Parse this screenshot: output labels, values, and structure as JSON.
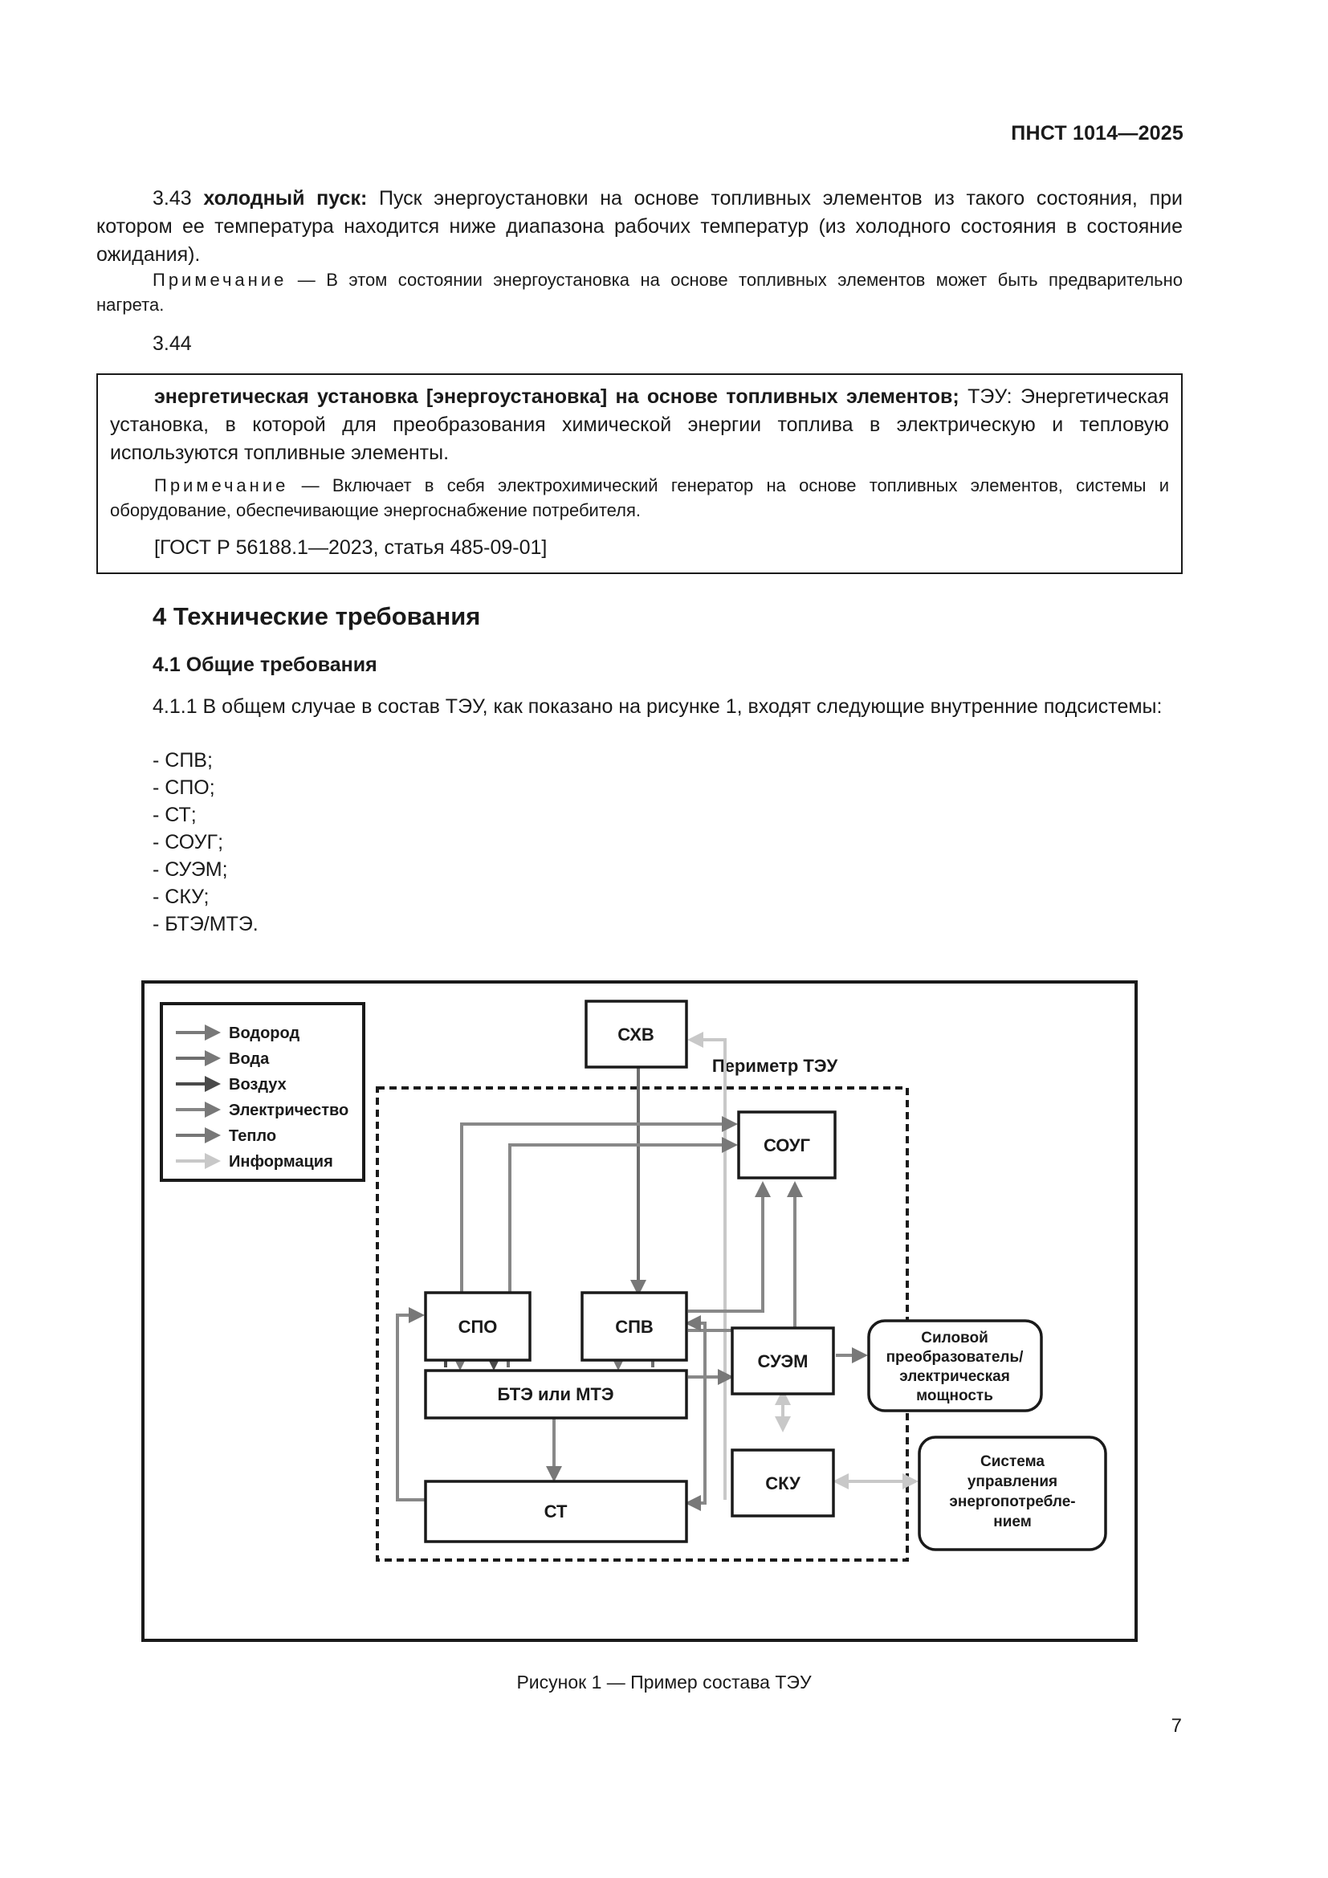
{
  "header": {
    "standard": "ПНСТ 1014—2025"
  },
  "p343": {
    "num": "3.43",
    "term": "холодный пуск:",
    "text": "Пуск энергоустановки на основе топливных элементов из такого состояния, при котором ее температура находится ниже диапазона рабочих температур (из холодного состояния в состояние ожидания).",
    "note_label": "Примечание",
    "note_text": " — В этом состоянии энергоустановка на основе топливных элементов может быть предварительно нагрета."
  },
  "p344": {
    "num": "3.44",
    "term": "энергетическая установка [энергоустановка] на основе топливных элементов;",
    "text": " ТЭУ: Энергетическая установка, в которой для преобразования химической энергии топлива в электрическую и тепловую используются топливные элементы.",
    "note_label": "Примечание",
    "note_text": " — Включает в себя электрохимический генератор на основе топливных элементов, системы и оборудование, обеспечивающие энергоснабжение потребителя.",
    "source": "[ГОСТ Р 56188.1—2023, статья 485-09-01]"
  },
  "section4": {
    "title": "4 Технические требования",
    "sub": "4.1 Общие требования"
  },
  "p411": {
    "text": "4.1.1 В общем случае в состав ТЭУ, как показано на рисунке 1, входят следующие внутренние подсистемы:",
    "items": [
      "- СПВ;",
      "- СПО;",
      "- СТ;",
      "- СОУГ;",
      "- СУЭМ;",
      "- СКУ;",
      "- БТЭ/МТЭ."
    ]
  },
  "figure": {
    "legend": [
      "Водород",
      "Вода",
      "Воздух",
      "Электричество",
      "Тепло",
      "Информация"
    ],
    "legend_colors": [
      "#7a7a7a",
      "#6e6e6e",
      "#4a4a4a",
      "#858585",
      "#767676",
      "#c8c8c8"
    ],
    "perimeter_label": "Периметр ТЭУ",
    "blocks": {
      "shv": "СХВ",
      "soug": "СОУГ",
      "spo": "СПО",
      "spv": "СПВ",
      "bte": "БТЭ или МТЭ",
      "suem": "СУЭМ",
      "st": "СТ",
      "sku": "СКУ"
    },
    "ext_power": [
      "Силовой",
      "преобразователь/",
      "электрическая",
      "мощность"
    ],
    "ext_control": [
      "Система",
      "управления",
      "энергопотребле-",
      "нием"
    ],
    "caption": "Рисунок 1 — Пример состава ТЭУ"
  },
  "page_number": "7"
}
